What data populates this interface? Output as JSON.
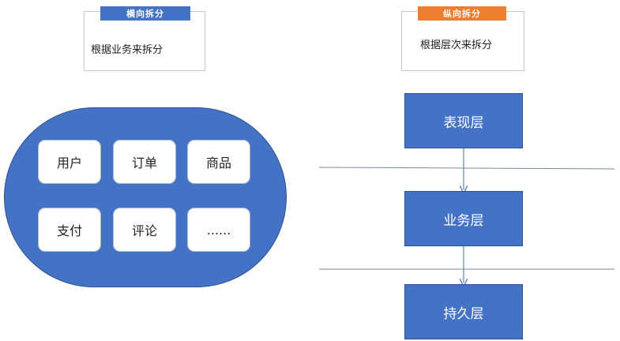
{
  "colors": {
    "horizontal_tag": "#4472c4",
    "vertical_tag": "#ed7d31",
    "shape_fill": "#4472c4",
    "connector": "#5b7fb8"
  },
  "horizontal": {
    "tag": "横向拆分",
    "description": "根据业务来拆分",
    "modules": [
      "用户",
      "订单",
      "商品",
      "支付",
      "评论",
      "......"
    ]
  },
  "vertical": {
    "tag": "纵向拆分",
    "description": "根据层次来拆分",
    "layers": [
      "表现层",
      "业务层",
      "持久层"
    ]
  }
}
